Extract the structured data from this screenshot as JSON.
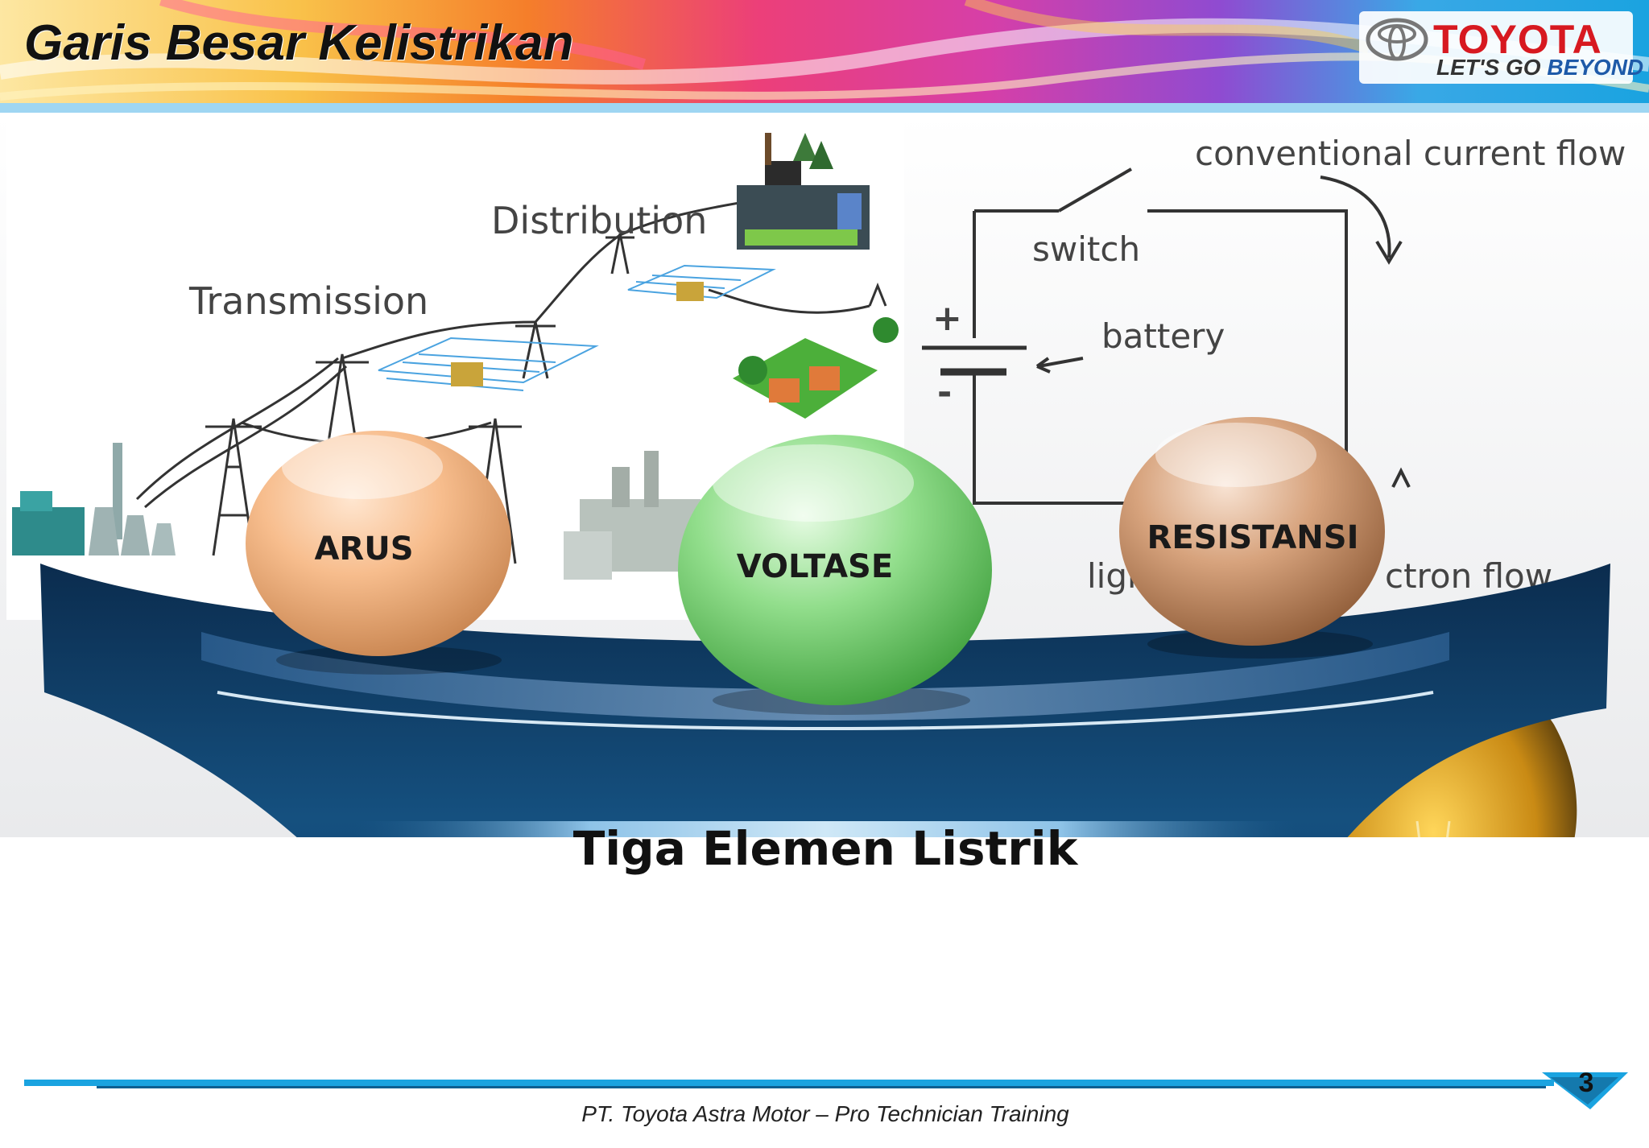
{
  "header": {
    "title": "Garis Besar Kelistrikan",
    "logo": {
      "brand": "TOYOTA",
      "tagline_left": "LET'S GO",
      "tagline_right": "BEYOND"
    }
  },
  "diagrams": {
    "grid": {
      "label_transmission": "Transmission",
      "label_distribution": "Distribution"
    },
    "circuit": {
      "label_conventional_flow": "conventional current flow",
      "label_switch": "switch",
      "label_battery": "battery",
      "plus_sign": "+",
      "minus_sign": "-",
      "label_light_partial": "ligh",
      "label_electron_flow_partial": "ctron flow"
    }
  },
  "elements": [
    {
      "label": "ARUS",
      "color": "#f6b888"
    },
    {
      "label": "VOLTASE",
      "color": "#8fdc8c"
    },
    {
      "label": "RESISTANSI",
      "color": "#d4a07a"
    }
  ],
  "main_heading": "Tiga Elemen Listrik",
  "footer": {
    "text": "PT. Toyota Astra Motor – Pro Technician Training",
    "page_number": "3"
  },
  "colors": {
    "toyota_red": "#d71920",
    "wave_dark_blue": "#0f3f68",
    "accent_cyan": "#1aa3e0"
  }
}
